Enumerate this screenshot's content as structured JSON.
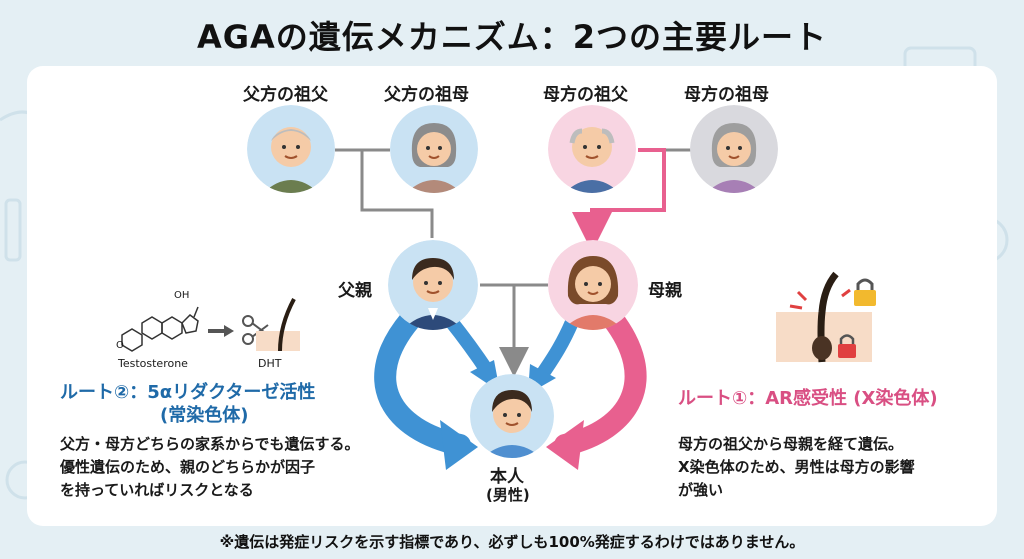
{
  "title": "AGAの遺伝メカニズム：2つの主要ルート",
  "family": {
    "paternal_grandfather": "父方の祖父",
    "paternal_grandmother": "父方の祖母",
    "maternal_grandfather": "母方の祖父",
    "maternal_grandmother": "母方の祖母",
    "father": "父親",
    "mother": "母親",
    "self_line1": "本人",
    "self_line2": "(男性)"
  },
  "route2": {
    "title_line1": "ルート②：5αリダクターゼ活性",
    "title_line2": "(常染色体)",
    "molecule_label": "Testosterone",
    "molecule_oh": "OH",
    "molecule_o": "O",
    "product_label": "DHT",
    "desc": [
      "父方・母方どちらの家系からでも遺伝する。",
      "優性遺伝のため、親のどちらかが因子",
      "を持っていればリスクとなる"
    ]
  },
  "route1": {
    "title": "ルート①：AR感受性 (X染色体)",
    "desc": [
      "母方の祖父から母親を経て遺伝。",
      "X染色体のため、男性は母方の影響",
      "が強い"
    ]
  },
  "footer": "※遺伝は発症リスクを示す指標であり、必ずしも100%発症するわけではありません。",
  "colors": {
    "blue": "#3f92d4",
    "pink": "#e8608f",
    "gray": "#8a8a8a",
    "avatar_blue_bg": "#c9e2f3",
    "avatar_pink_bg": "#f8d5e2",
    "avatar_gray_bg": "#d9d9de"
  }
}
